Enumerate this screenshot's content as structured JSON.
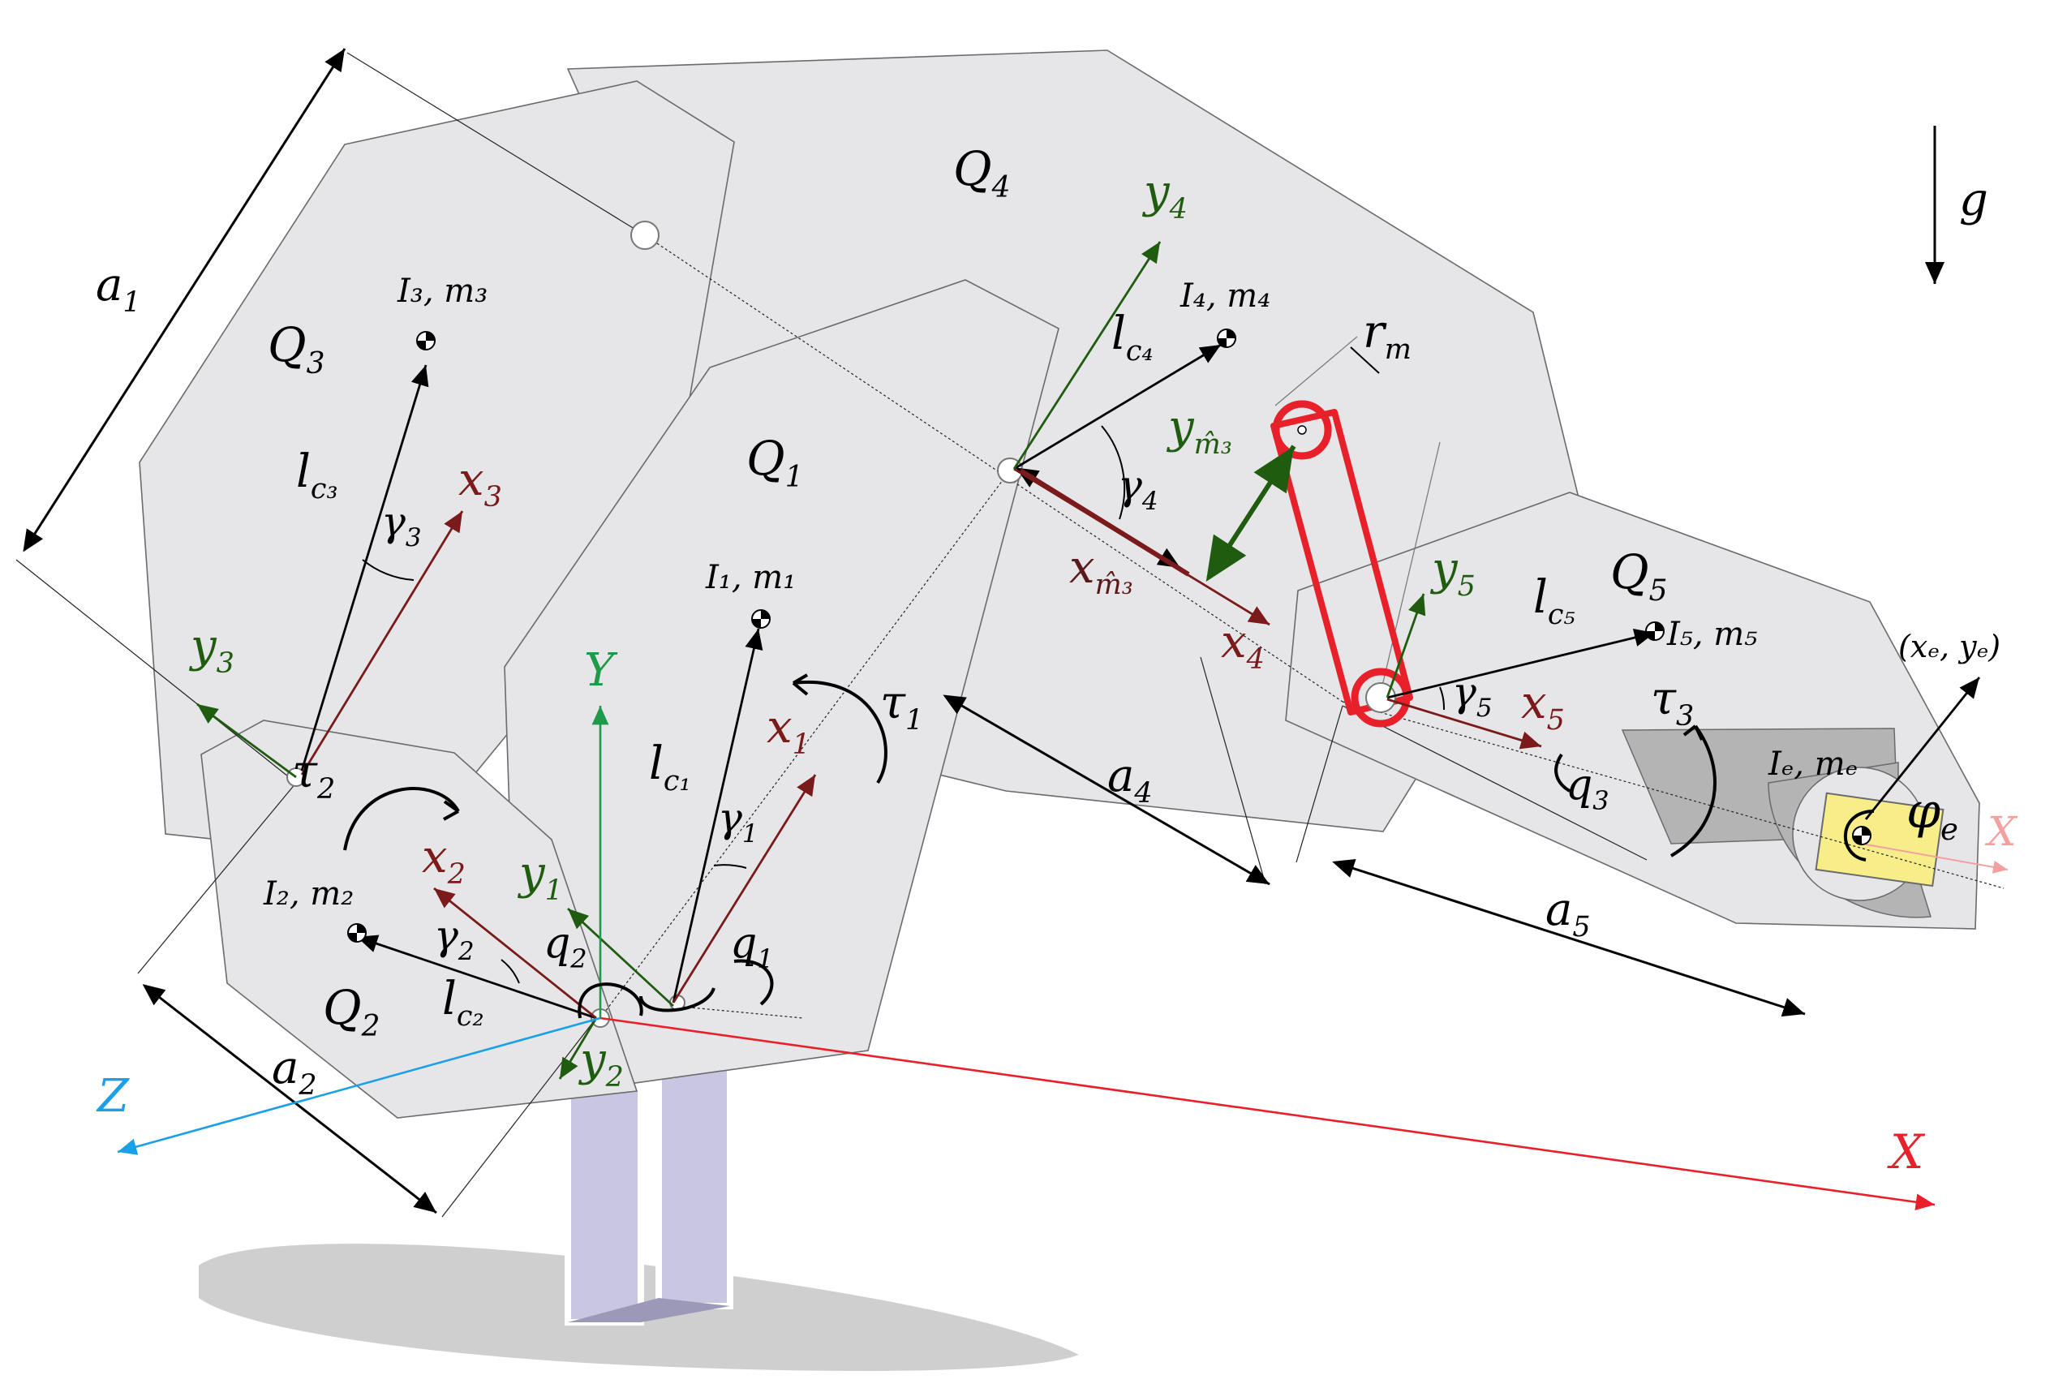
{
  "title": "",
  "labels": {
    "gravity": "g",
    "plate_q1": "Q",
    "plate_q1_sub": "1",
    "plate_q2": "Q",
    "plate_q2_sub": "2",
    "plate_q3": "Q",
    "plate_q3_sub": "3",
    "plate_q4": "Q",
    "plate_q4_sub": "4",
    "plate_q5": "Q",
    "plate_q5_sub": "5",
    "inertia_1": "I₁, m₁",
    "inertia_2": "I₂, m₂",
    "inertia_3": "I₃, m₃",
    "inertia_4": "I₄, m₄",
    "inertia_5": "I₅, m₅",
    "inertia_e": "Iₑ, mₑ",
    "end_effector": "(xₑ, yₑ)",
    "phi_e": "φ",
    "phi_e_sub": "e",
    "a1": "a",
    "a1_sub": "1",
    "a2": "a",
    "a2_sub": "2",
    "a4": "a",
    "a4_sub": "4",
    "a5": "a",
    "a5_sub": "5",
    "lc1": "l",
    "lc1_sub": "c₁",
    "lc2": "l",
    "lc2_sub": "c₂",
    "lc3": "l",
    "lc3_sub": "c₃",
    "lc4": "l",
    "lc4_sub": "c₄",
    "lc5": "l",
    "lc5_sub": "c₅",
    "gamma1": "γ",
    "gamma1_sub": "1",
    "gamma2": "γ",
    "gamma2_sub": "2",
    "gamma3": "γ",
    "gamma3_sub": "3",
    "gamma4": "γ",
    "gamma4_sub": "4",
    "gamma5": "γ",
    "gamma5_sub": "5",
    "q1": "q",
    "q1_sub": "1",
    "q2": "q",
    "q2_sub": "2",
    "q3": "q",
    "q3_sub": "3",
    "tau1": "τ",
    "tau1_sub": "1",
    "tau2": "τ",
    "tau2_sub": "2",
    "tau3": "τ",
    "tau3_sub": "3",
    "x1": "x",
    "x1_sub": "1",
    "x2": "x",
    "x2_sub": "2",
    "x3": "x",
    "x3_sub": "3",
    "x4": "x",
    "x4_sub": "4",
    "x5": "x",
    "x5_sub": "5",
    "y1": "y",
    "y1_sub": "1",
    "y2": "y",
    "y2_sub": "2",
    "y3": "y",
    "y3_sub": "3",
    "y4": "y",
    "y4_sub": "4",
    "y5": "y",
    "y5_sub": "5",
    "x_m3": "x",
    "x_m3_sub": "m̂₃",
    "y_m3": "y",
    "y_m3_sub": "m̂₃",
    "r_m": "r",
    "r_m_sub": "m",
    "axis_X": "X",
    "axis_Y": "Y",
    "axis_Z": "Z",
    "axis_X_small": "X"
  },
  "colors": {
    "plate_fill": "#e6e6e8",
    "plate_stroke": "#6b6b6b",
    "x_frame": "#7a1a1a",
    "y_frame": "#1f5c0f",
    "axis_X": "#e8202a",
    "axis_Y": "#1f9a4a",
    "axis_Z": "#1aa0e8",
    "link_red": "#e8202a",
    "stand": "#c8c6e0",
    "shadow": "#cfcfcf",
    "gripper": "#b4b4b4",
    "payload": "#f7ee8a"
  },
  "icons": [
    "center-of-mass-icon",
    "joint-icon",
    "moment-arrow-icon"
  ]
}
